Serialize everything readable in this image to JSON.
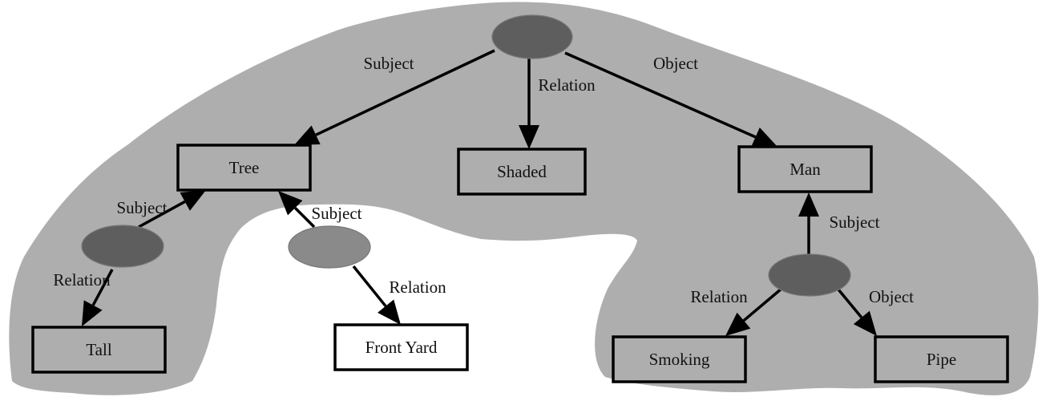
{
  "diagram": {
    "type": "semantic-graph",
    "colors": {
      "region_shading": "#aeaeae",
      "relation_node_dark": "#5e5e5e",
      "relation_node_light": "#8a8a8a",
      "box_shaded_fill": "#aeaeae",
      "box_unshaded_fill": "#ffffff",
      "stroke": "#000000"
    },
    "concept_nodes": [
      {
        "id": "tree",
        "label": "Tree",
        "shaded": true
      },
      {
        "id": "shaded",
        "label": "Shaded",
        "shaded": true
      },
      {
        "id": "man",
        "label": "Man",
        "shaded": true
      },
      {
        "id": "tall",
        "label": "Tall",
        "shaded": true
      },
      {
        "id": "front-yard",
        "label": "Front Yard",
        "shaded": false
      },
      {
        "id": "smoking",
        "label": "Smoking",
        "shaded": true
      },
      {
        "id": "pipe",
        "label": "Pipe",
        "shaded": true
      }
    ],
    "relation_nodes": [
      {
        "id": "r-top",
        "shade": "dark"
      },
      {
        "id": "r-tall",
        "shade": "dark"
      },
      {
        "id": "r-yard",
        "shade": "light"
      },
      {
        "id": "r-smoke",
        "shade": "dark"
      }
    ],
    "edges": [
      {
        "id": "e1",
        "from": "r-top",
        "to": "tree",
        "label": "Subject"
      },
      {
        "id": "e2",
        "from": "r-top",
        "to": "shaded",
        "label": "Relation"
      },
      {
        "id": "e3",
        "from": "r-top",
        "to": "man",
        "label": "Object"
      },
      {
        "id": "e4",
        "from": "r-tall",
        "to": "tree",
        "label": "Subject"
      },
      {
        "id": "e5",
        "from": "r-tall",
        "to": "tall",
        "label": "Relation"
      },
      {
        "id": "e6",
        "from": "r-yard",
        "to": "tree",
        "label": "Subject"
      },
      {
        "id": "e7",
        "from": "r-yard",
        "to": "front-yard",
        "label": "Relation"
      },
      {
        "id": "e8",
        "from": "r-smoke",
        "to": "man",
        "label": "Subject"
      },
      {
        "id": "e9",
        "from": "r-smoke",
        "to": "smoking",
        "label": "Relation"
      },
      {
        "id": "e10",
        "from": "r-smoke",
        "to": "pipe",
        "label": "Object"
      }
    ]
  }
}
